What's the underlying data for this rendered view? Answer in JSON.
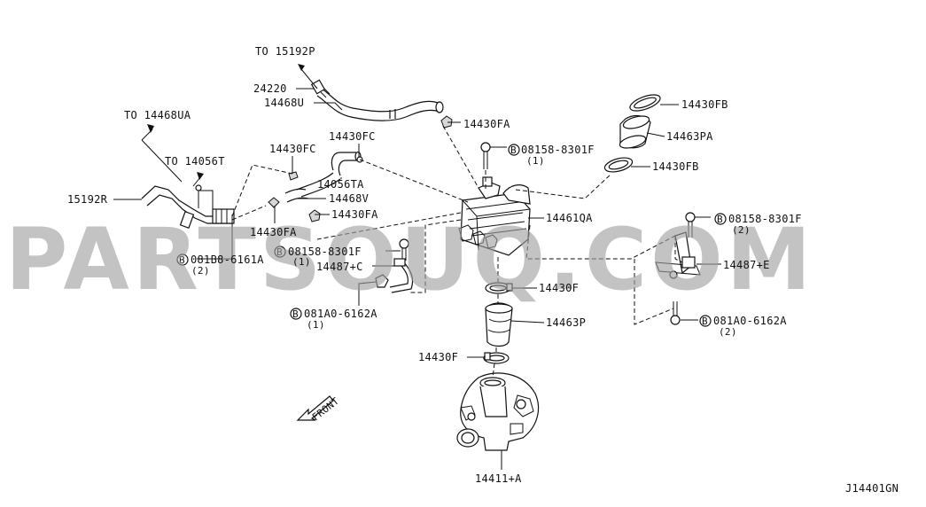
{
  "watermark": "PARTSOUQ.COM",
  "diagram_code": "J14401GN",
  "front_label": "FRONT",
  "bolt_marker": "B",
  "labels": {
    "to_15192p": "TO 15192P",
    "to_14468ua": "TO 14468UA",
    "to_14056t": "TO 14056T",
    "p24220": "24220",
    "p14468u": "14468U",
    "p14430fa_top": "14430FA",
    "p14430fc_a": "14430FC",
    "p14430fc_b": "14430FC",
    "p14056ta": "14056TA",
    "p14468v": "14468V",
    "p14430fa_mid": "14430FA",
    "p14430fa_left": "14430FA",
    "p15192r": "15192R",
    "p08158_8301f_top": "08158-8301F",
    "p08158_8301f_top_qty": "(1)",
    "p14430fb_top": "14430FB",
    "p14463pa": "14463PA",
    "p14430fb_bot": "14430FB",
    "p14461qa": "14461QA",
    "p08158_8301f_right": "08158-8301F",
    "p08158_8301f_right_qty": "(2)",
    "p14487e": "14487+E",
    "p081a0_6162a_right": "081A0-6162A",
    "p081a0_6162a_right_qty": "(2)",
    "p081b8_6161a": "081B8-6161A",
    "p081b8_6161a_qty": "(2)",
    "p08158_8301f_mid": "08158-8301F",
    "p08158_8301f_mid_qty": "(1)",
    "p14487c": "14487+C",
    "p081a0_6162a_left": "081A0-6162A",
    "p081a0_6162a_left_qty": "(1)",
    "p14430f_top": "14430F",
    "p14463p": "14463P",
    "p14430f_bot": "14430F",
    "p14411a": "14411+A"
  }
}
